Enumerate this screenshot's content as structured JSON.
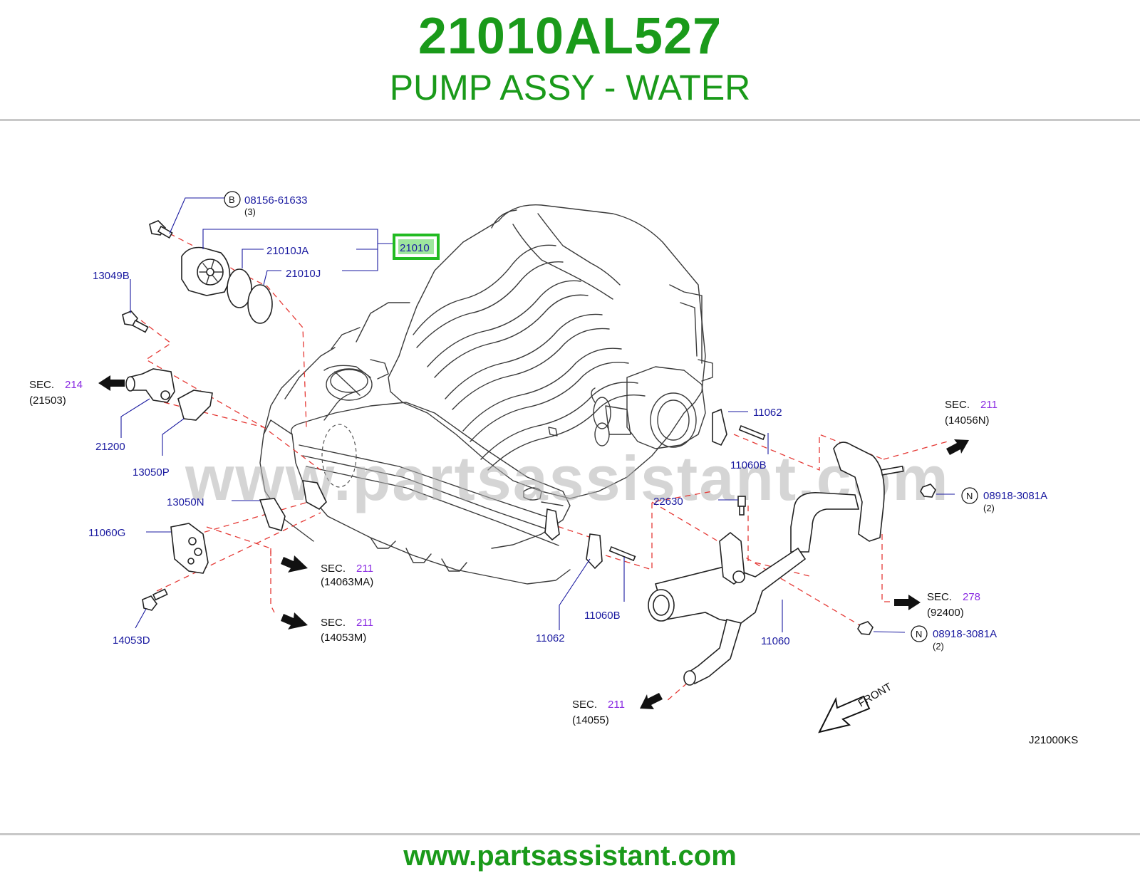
{
  "header": {
    "part_number": "21010AL527",
    "part_name": "PUMP ASSY - WATER"
  },
  "footer": {
    "url": "www.partsassistant.com"
  },
  "diagram": {
    "watermark": "www.partsassistant.com",
    "diagram_code": "J21000KS",
    "front_label": "FRONT",
    "highlight_color": "#22bb22",
    "highlighted_part": "21010",
    "labels": {
      "bolt_b_prefix": "B",
      "bolt_b_part": "08156-61633",
      "bolt_b_qty": "(3)",
      "gasket_ja": "21010JA",
      "gasket_j": "21010J",
      "p13049b": "13049B",
      "p21200": "21200",
      "p13050p": "13050P",
      "p13050n": "13050N",
      "p11060g": "11060G",
      "p14053d": "14053D",
      "p11062_top": "11062",
      "p11060b_top": "11060B",
      "p22630": "22630",
      "p11062_bottom": "11062",
      "p11060b_bottom": "11060B",
      "p11060": "11060",
      "nut_n_prefix": "N",
      "nut_top_part": "08918-3081A",
      "nut_top_qty": "(2)",
      "nut_bottom_part": "08918-3081A",
      "nut_bottom_qty": "(2)"
    },
    "sections": {
      "sec_word": "SEC.",
      "s214_num": "214",
      "s214_ref": "(21503)",
      "s211a_num": "211",
      "s211a_ref": "(14056N)",
      "s211b_num": "211",
      "s211b_ref": "(14063MA)",
      "s211c_num": "211",
      "s211c_ref": "(14053M)",
      "s278_num": "278",
      "s278_ref": "(92400)",
      "s211d_num": "211",
      "s211d_ref": "(14055)"
    }
  }
}
